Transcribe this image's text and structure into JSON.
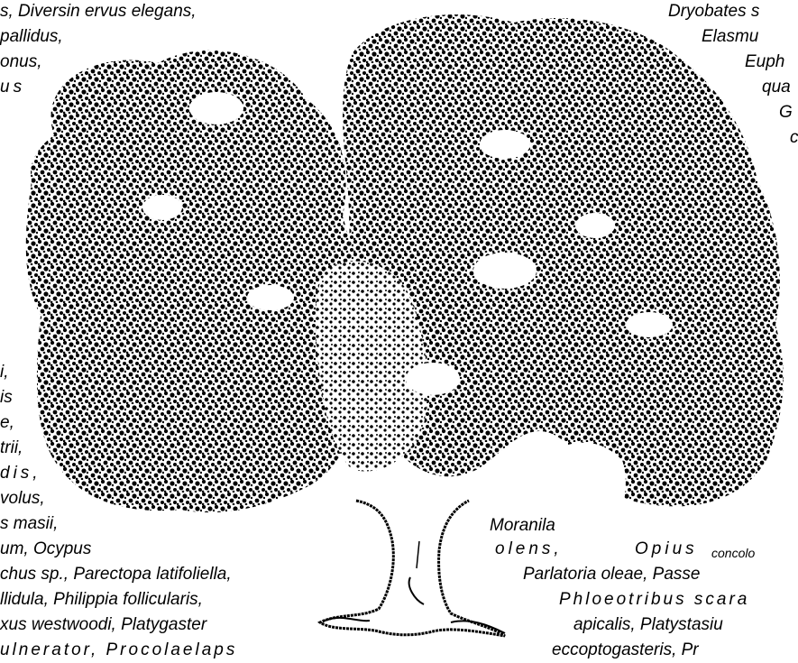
{
  "colors": {
    "ink": "#000000",
    "paper": "#ffffff"
  },
  "illustration": {
    "subject": "tree-illustration"
  },
  "left_text": [
    "s, Diversin ervus elegans,",
    "pallidus,",
    "onus,",
    "us",
    "i,",
    "is",
    "e,",
    "trii,",
    "dis,",
    "volus,",
    "s masii,",
    "um, Ocypus",
    "chus sp., Parectopa latifoliella,",
    "llidula, Philippia follicularis,",
    "xus westwoodi, Platygaster",
    "ulnerator,  Procolaelaps"
  ],
  "right_text": [
    "Dryobates s",
    "Elasmu",
    "Euph",
    "qua",
    "G",
    "c",
    "Moranila",
    "olens,",
    "Opius",
    "concolo",
    "Parlatoria oleae, Passe",
    "Phloeotribus scara",
    "apicalis, Platystasiu",
    "eccoptogasteris, Pr"
  ]
}
